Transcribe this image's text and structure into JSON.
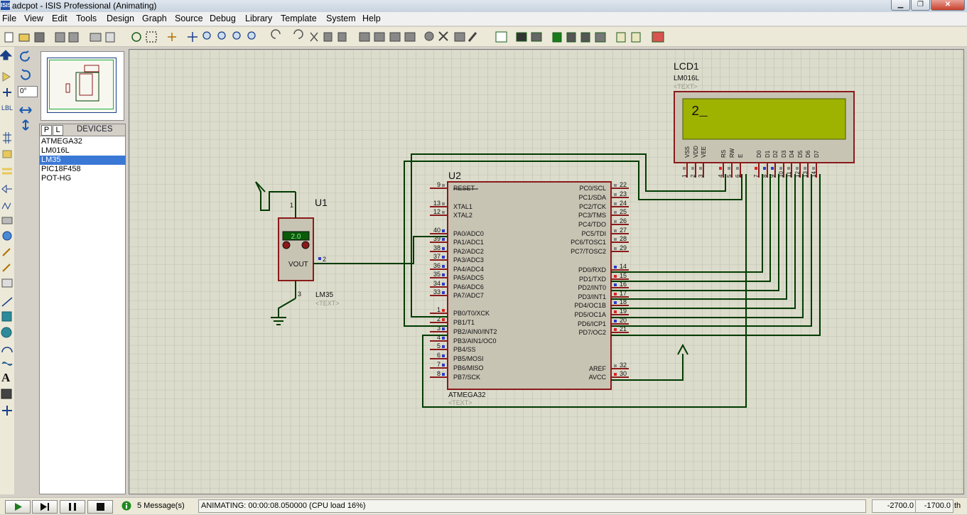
{
  "window": {
    "title": "adcpot - ISIS Professional (Animating)",
    "app_icon": "ISIS"
  },
  "menu": [
    "File",
    "View",
    "Edit",
    "Tools",
    "Design",
    "Graph",
    "Source",
    "Debug",
    "Library",
    "Template",
    "System",
    "Help"
  ],
  "left_panel": {
    "rotation_value": "0°",
    "tabs": [
      "P",
      "L"
    ],
    "devices_title": "DEVICES",
    "devices": [
      "ATMEGA32",
      "LM016L",
      "LM35",
      "PIC18F458",
      "POT-HG"
    ],
    "selected_device": "LM35",
    "tool_labels": [
      "LBL"
    ]
  },
  "schematic": {
    "lcd": {
      "ref": "LCD1",
      "part": "LM016L",
      "text": "<TEXT>",
      "display": "2_",
      "pin_labels": [
        "VSS",
        "VDD",
        "VEE",
        "RS",
        "RW",
        "E",
        "D0",
        "D1",
        "D2",
        "D3",
        "D4",
        "D5",
        "D6",
        "D7"
      ],
      "pin_numbers": [
        "1",
        "2",
        "3",
        "4",
        "5",
        "6",
        "7",
        "8",
        "9",
        "10",
        "11",
        "12",
        "13",
        "14"
      ]
    },
    "u1": {
      "ref": "U1",
      "part": "LM35",
      "text": "<TEXT>",
      "reading": "2.0",
      "vout": "VOUT",
      "pins": [
        "1",
        "2",
        "3"
      ]
    },
    "u2": {
      "ref": "U2",
      "part": "ATMEGA32",
      "text": "<TEXT>",
      "left_pins": [
        {
          "num": "9",
          "name": "RESET"
        },
        {
          "num": "13",
          "name": "XTAL1"
        },
        {
          "num": "12",
          "name": "XTAL2"
        },
        {
          "num": "40",
          "name": "PA0/ADC0"
        },
        {
          "num": "39",
          "name": "PA1/ADC1"
        },
        {
          "num": "38",
          "name": "PA2/ADC2"
        },
        {
          "num": "37",
          "name": "PA3/ADC3"
        },
        {
          "num": "36",
          "name": "PA4/ADC4"
        },
        {
          "num": "35",
          "name": "PA5/ADC5"
        },
        {
          "num": "34",
          "name": "PA6/ADC6"
        },
        {
          "num": "33",
          "name": "PA7/ADC7"
        },
        {
          "num": "1",
          "name": "PB0/T0/XCK"
        },
        {
          "num": "2",
          "name": "PB1/T1"
        },
        {
          "num": "3",
          "name": "PB2/AIN0/INT2"
        },
        {
          "num": "4",
          "name": "PB3/AIN1/OC0"
        },
        {
          "num": "5",
          "name": "PB4/SS"
        },
        {
          "num": "6",
          "name": "PB5/MOSI"
        },
        {
          "num": "7",
          "name": "PB6/MISO"
        },
        {
          "num": "8",
          "name": "PB7/SCK"
        }
      ],
      "right_pins": [
        {
          "num": "22",
          "name": "PC0/SCL"
        },
        {
          "num": "23",
          "name": "PC1/SDA"
        },
        {
          "num": "24",
          "name": "PC2/TCK"
        },
        {
          "num": "25",
          "name": "PC3/TMS"
        },
        {
          "num": "26",
          "name": "PC4/TDO"
        },
        {
          "num": "27",
          "name": "PC5/TDI"
        },
        {
          "num": "28",
          "name": "PC6/TOSC1"
        },
        {
          "num": "29",
          "name": "PC7/TOSC2"
        },
        {
          "num": "14",
          "name": "PD0/RXD"
        },
        {
          "num": "15",
          "name": "PD1/TXD"
        },
        {
          "num": "16",
          "name": "PD2/INT0"
        },
        {
          "num": "17",
          "name": "PD3/INT1"
        },
        {
          "num": "18",
          "name": "PD4/OC1B"
        },
        {
          "num": "19",
          "name": "PD5/OC1A"
        },
        {
          "num": "20",
          "name": "PD6/ICP1"
        },
        {
          "num": "21",
          "name": "PD7/OC2"
        },
        {
          "num": "32",
          "name": "AREF"
        },
        {
          "num": "30",
          "name": "AVCC"
        }
      ]
    }
  },
  "status": {
    "messages": "5 Message(s)",
    "animating": "ANIMATING: 00:00:08.050000 (CPU load 16%)",
    "coord_x": "-2700.0",
    "coord_y": "-1700.0",
    "units": "th"
  },
  "colors": {
    "wire": "#003b00",
    "part_body": "#c8c4b4",
    "part_border": "#8b1a1a",
    "lcd_screen": "#9eb200",
    "grid_bg": "#dcdccc"
  }
}
